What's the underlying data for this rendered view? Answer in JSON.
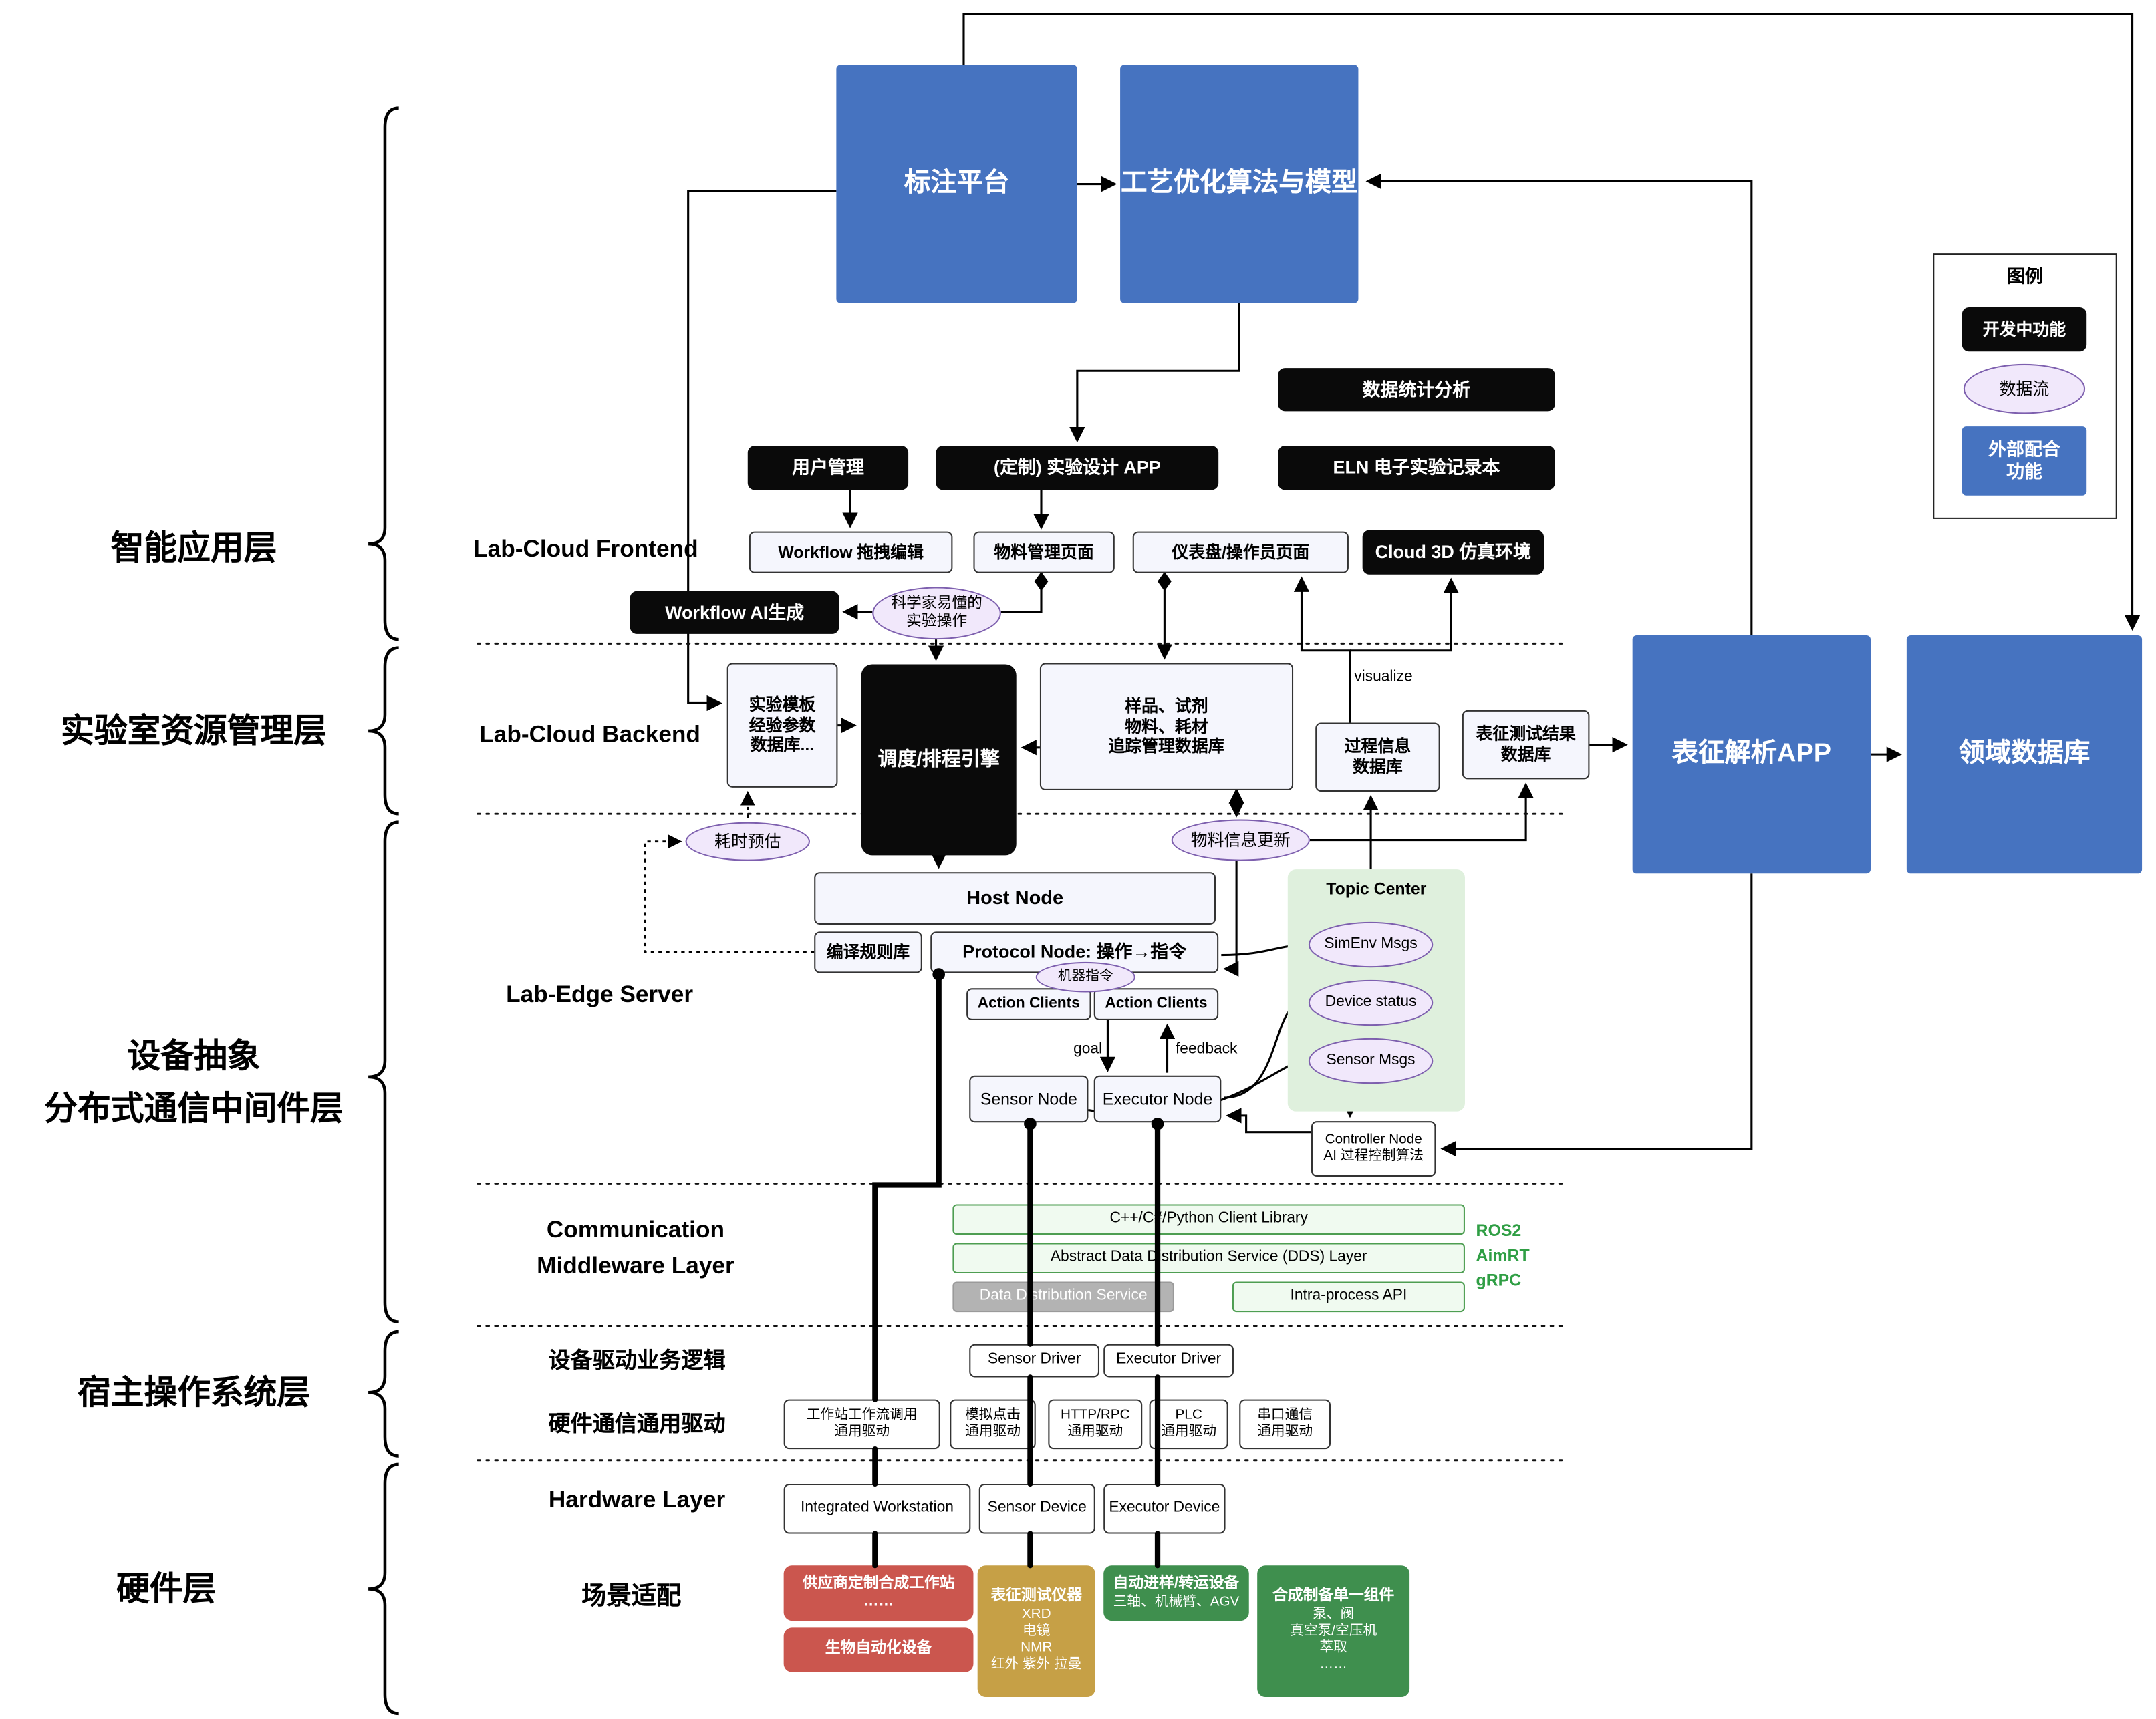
{
  "left_labels": {
    "app": "智能应用层",
    "resource": "实验室资源管理层",
    "device_a": "设备抽象",
    "device_b": "分布式通信中间件层",
    "host_os": "宿主操作系统层",
    "hardware": "硬件层"
  },
  "top": {
    "annotation_platform": "标注平台",
    "process_optimization": "工艺优化算法与模型"
  },
  "legend": {
    "title": "图例",
    "developing": "开发中功能",
    "data_flow": "数据流",
    "external_1": "外部配合",
    "external_2": "功能"
  },
  "app_layer": {
    "frontend_label": "Lab-Cloud Frontend",
    "stats": "数据统计分析",
    "user_mgmt": "用户管理",
    "exp_design_app": "(定制) 实验设计 APP",
    "eln": "ELN 电子实验记录本",
    "workflow_edit": "Workflow 拖拽编辑",
    "material_page": "物料管理页面",
    "dashboard_page": "仪表盘/操作员页面",
    "cloud_3d": "Cloud 3D 仿真环境",
    "workflow_ai": "Workflow AI生成",
    "sci_ops_1": "科学家易懂的",
    "sci_ops_2": "实验操作"
  },
  "backend": {
    "label": "Lab-Cloud Backend",
    "template_db": [
      "实验模板",
      "经验参数",
      "数据库..."
    ],
    "scheduler": "调度/排程引擎",
    "sample_db": [
      "样品、试剂",
      "物料、耗材",
      "追踪管理数据库"
    ],
    "visualize": "visualize",
    "process_db": [
      "过程信息",
      "数据库"
    ],
    "result_db": [
      "表征测试结果",
      "数据库"
    ],
    "char_app": "表征解析APP",
    "domain_db": "领域数据库",
    "time_estimate": "耗时预估",
    "material_update": "物料信息更新"
  },
  "edge": {
    "label": "Lab-Edge Server",
    "host_node": "Host Node",
    "rule_lib": "编译规则库",
    "protocol_node": "Protocol Node: 操作→指令",
    "machine_cmd": "机器指令",
    "action_clients": "Action Clients",
    "goal": "goal",
    "feedback": "feedback",
    "sensor_node": "Sensor Node",
    "executor_node": "Executor Node",
    "topic_center": "Topic Center",
    "simenv_msgs": "SimEnv Msgs",
    "device_status": "Device status",
    "sensor_msgs": "Sensor Msgs",
    "controller_1": "Controller Node",
    "controller_2": "AI 过程控制算法"
  },
  "middleware": {
    "label_1": "Communication",
    "label_2": "Middleware Layer",
    "client_lib": "C++/C#/Python Client Library",
    "dds_abstract": "Abstract Data Distribution Service (DDS) Layer",
    "dds": "Data Distribution Service",
    "intra": "Intra-process API",
    "ros2": "ROS2",
    "aimrt": "AimRT",
    "grpc": "gRPC"
  },
  "host_os": {
    "driver_logic": "设备驱动业务逻辑",
    "sensor_driver": "Sensor Driver",
    "executor_driver": "Executor Driver",
    "hw_comm": "硬件通信通用驱动",
    "drivers": [
      [
        "工作站工作流调用",
        "通用驱动"
      ],
      [
        "模拟点击",
        "通用驱动"
      ],
      [
        "HTTP/RPC",
        "通用驱动"
      ],
      [
        "PLC",
        "通用驱动"
      ],
      [
        "串口通信",
        "通用驱动"
      ]
    ]
  },
  "hardware": {
    "label": "Hardware Layer",
    "workstation": "Integrated Workstation",
    "sensor_device": "Sensor Device",
    "executor_device": "Executor Device",
    "scene": "场景适配",
    "vendor": [
      "供应商定制合成工作站",
      "……"
    ],
    "bio": "生物自动化设备",
    "char_inst": [
      "表征测试仪器",
      "XRD",
      "电镜",
      "NMR",
      "红外 紫外 拉曼"
    ],
    "transfer": [
      "自动进样/转运设备",
      "三轴、机械臂、AGV"
    ],
    "synth": [
      "合成制备单一组件",
      "泵、阀",
      "真空泵/空压机",
      "萃取",
      "……"
    ]
  },
  "colors": {
    "blue_external": "#4673c0",
    "black_developing": "#0a0a0a",
    "purple_flow": "#f1e8fb",
    "green_panel": "#dff0dd",
    "green_border": "#4e9e52",
    "red_hw": "#cb564e",
    "gold_hw": "#c6a046",
    "green_hw": "#3f8f4e",
    "green_text": "#2f9e44"
  }
}
